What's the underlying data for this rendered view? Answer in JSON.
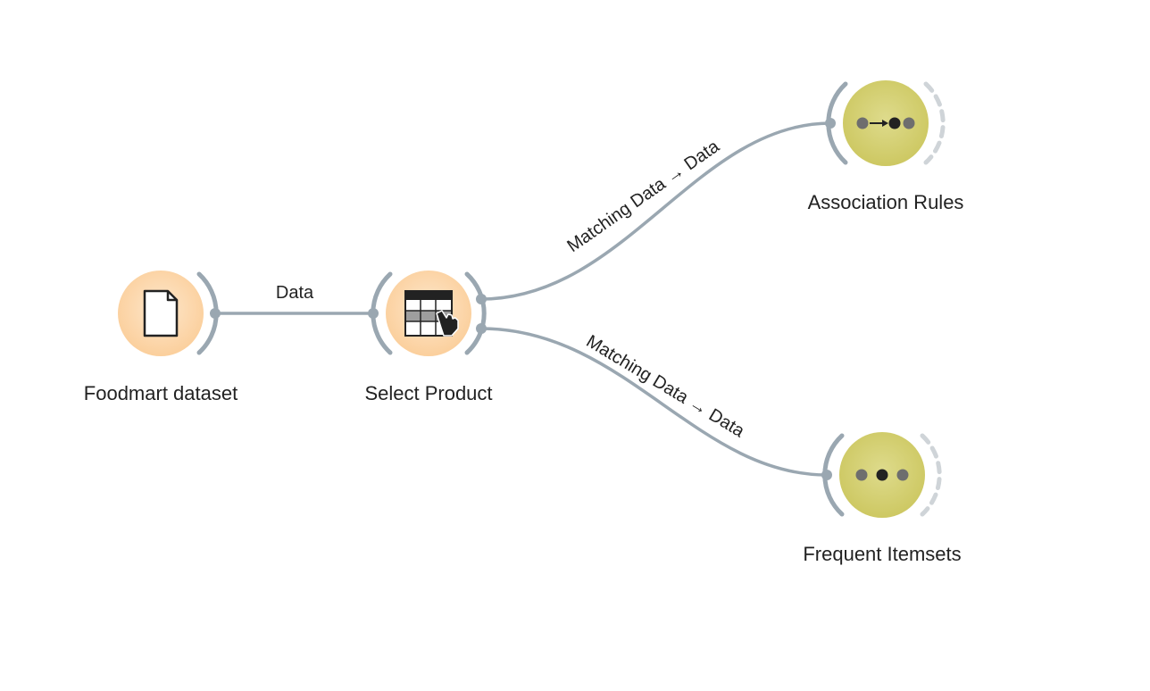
{
  "workflow": {
    "nodes": [
      {
        "id": "foodmart",
        "label": "Foodmart dataset",
        "icon": "file-icon"
      },
      {
        "id": "select_product",
        "label": "Select Product",
        "icon": "select-rows-icon"
      },
      {
        "id": "association_rules",
        "label": "Association Rules",
        "icon": "association-rules-icon"
      },
      {
        "id": "frequent_itemsets",
        "label": "Frequent Itemsets",
        "icon": "frequent-itemsets-icon"
      }
    ],
    "links": [
      {
        "from": "Foodmart dataset",
        "to": "Select Product",
        "label": "Data"
      },
      {
        "from": "Select Product",
        "to": "Association Rules",
        "label": "Matching Data → Data"
      },
      {
        "from": "Select Product",
        "to": "Frequent Itemsets",
        "label": "Matching Data → Data"
      }
    ]
  },
  "colors": {
    "data_widget": "#fbd3a4",
    "data_widget_center": "#fde4c6",
    "associate_widget": "#d0cb6b",
    "associate_widget_center": "#dcd884",
    "link": "#9aa7b1",
    "anchor_inactive": "#cfd4d8",
    "icon_dark": "#222222",
    "icon_gray": "#6e6e6e"
  }
}
